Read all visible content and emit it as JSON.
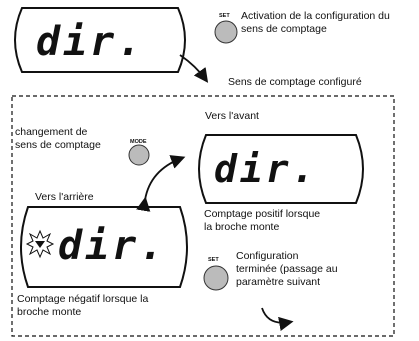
{
  "top": {
    "display": "dir.",
    "set_button_label": "SET",
    "activation_text": "Activation de la configuration du\nsens de comptage",
    "configured_text": "Sens de comptage configuré"
  },
  "panel": {
    "mode_button_label": "MODE",
    "change_text": "changement de\nsens de comptage",
    "forward_label": "Vers l'avant",
    "forward_display": "dir.",
    "forward_caption": "Comptage positif lorsque\nla broche monte",
    "backward_label": "Vers l'arrière",
    "backward_display": "dir.",
    "backward_caption": "Comptage négatif lorsque la\nbroche monte",
    "set_button_label": "SET",
    "done_text": "Configuration\nterminée (passage au\nparamètre suivant"
  }
}
